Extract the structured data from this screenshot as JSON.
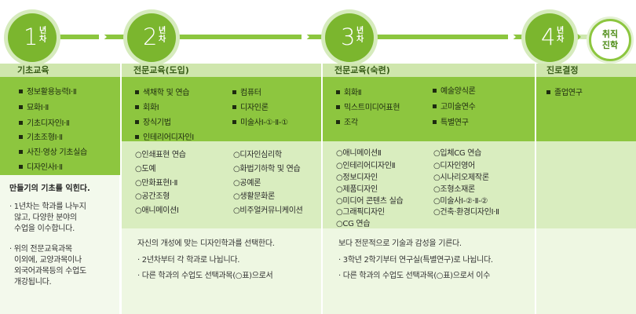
{
  "timeline": {
    "steps": [
      {
        "num": "1",
        "sub": "년차"
      },
      {
        "num": "2",
        "sub": "년차"
      },
      {
        "num": "3",
        "sub": "년차"
      },
      {
        "num": "4",
        "sub": "년차"
      }
    ],
    "final": {
      "line1": "취직",
      "line2": "진학"
    }
  },
  "headers": {
    "basic": "기초교육",
    "intro": "전문교육(도입)",
    "mature": "전문교육(숙련)",
    "career": "진로결정"
  },
  "basic": {
    "items": [
      "정보활용능력Ⅰ·Ⅱ",
      "묘화Ⅰ·Ⅱ",
      "기초디자인Ⅰ·Ⅱ",
      "기초조형Ⅰ·Ⅱ",
      "사진·영상 기초실습",
      "디자인사Ⅰ·Ⅱ"
    ],
    "title": "만들기의 기초를 익힌다.",
    "note1": [
      "· 1년차는 학과를 나누지",
      "않고, 다양한 분야의",
      "수업을 이수합니다."
    ],
    "note2": [
      "· 위의 전문교육과목",
      "이외에, 교양과목이나",
      "외국어과목등의 수업도",
      "개강됩니다."
    ]
  },
  "intro": {
    "required_col1": [
      "색채학 및 연습",
      "회화Ⅰ",
      "장식기법",
      "인테리어디자인Ⅰ"
    ],
    "required_col2": [
      "컴퓨터",
      "디자인론",
      "미술사Ⅰ-①·Ⅱ-①"
    ],
    "elective_col1": [
      "○인쇄표현 연습",
      "○도예",
      "○만화표현Ⅰ·Ⅱ",
      "○공간조형",
      "○애니메이션Ⅰ"
    ],
    "elective_col2": [
      "○디자인심리학",
      "○화법기하학 및 연습",
      "○공예론",
      "○생활문화론",
      "○비주얼커뮤니케이션"
    ],
    "note_title": "자신의 개성에 맞는 디자인학과를 선택한다.",
    "notes": [
      "· 2년차부터 각 학과로 나뉩니다.",
      "· 다른 학과의 수업도 선택과목(○표)으로서"
    ]
  },
  "mature": {
    "required_col1": [
      "회화Ⅱ",
      "믹스트미디어표현",
      "조각"
    ],
    "required_col2": [
      "예술양식론",
      "고미술연수",
      "특별연구"
    ],
    "elective_col1": [
      "○애니메이션Ⅱ",
      "○인테리어디자인Ⅱ",
      "○정보디자인",
      "○제품디자인",
      "○미디어 콘텐츠 실습",
      "○그래픽디자인",
      "○CG 연습"
    ],
    "elective_col2": [
      "○입체CG 연습",
      "○디자인영어",
      "○시나리오제작론",
      "○조형소재론",
      "○미술사Ⅰ-②·Ⅱ-②",
      "○건축·환경디자인Ⅰ·Ⅱ"
    ],
    "note_title": "보다 전문적으로 기술과 감성을 기른다.",
    "notes": [
      "· 3학년 2학기부터 연구실(특별연구)로 나뉩니다.",
      "· 다른 학과의 수업도 선택과목(○표)으로서 이수"
    ]
  },
  "career": {
    "items": [
      "졸업연구"
    ]
  }
}
